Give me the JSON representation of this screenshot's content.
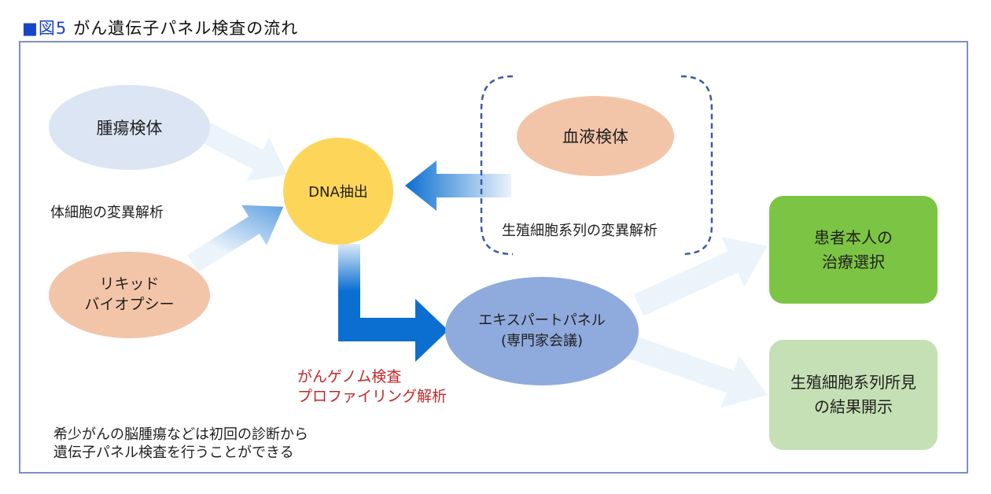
{
  "title": {
    "marker": "■",
    "figure": "図5",
    "text": "がん遺伝子パネル検査の流れ"
  },
  "nodes": {
    "tumor": "腫瘍検体",
    "liquid_line1": "リキッド",
    "liquid_line2": "バイオプシー",
    "dna": "DNA抽出",
    "blood": "血液検体",
    "expert_line1": "エキスパートパネル",
    "expert_line2": "(専門家会議)",
    "treatment_line1": "患者本人の",
    "treatment_line2": "治療選択",
    "findings_line1": "生殖細胞系列所見",
    "findings_line2": "の結果開示"
  },
  "labels": {
    "somatic": "体細胞の変異解析",
    "germline": "生殖細胞系列の変異解析",
    "genome_line1": "がんゲノム検査",
    "genome_line2": "プロファイリング解析",
    "note_line1": "希少がんの脳腫瘍などは初回の診断から",
    "note_line2": "遺伝子パネル検査を行うことができる"
  },
  "colors": {
    "arrow": "#0b6fd1",
    "tumor": "#dce5f4",
    "liquid": "#f3c5a8",
    "dna": "#fdd559",
    "blood": "#f3c5a8",
    "expert": "#8faadc",
    "treatment": "#7cc544",
    "findings": "#c5e0b4",
    "genome_text": "#c0282c",
    "frame": "#7f8fc8",
    "bracket": "#3b5ba5"
  }
}
